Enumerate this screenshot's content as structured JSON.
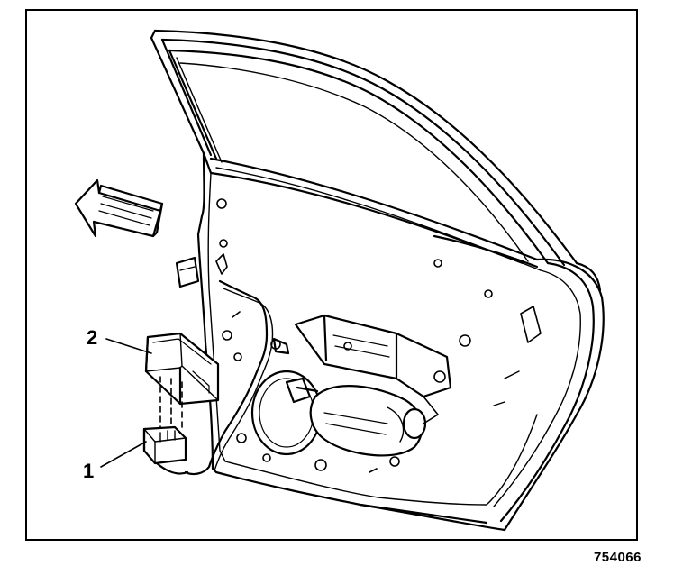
{
  "callouts": [
    {
      "label": "1"
    },
    {
      "label": "2"
    }
  ],
  "figure_id": "754066",
  "colors": {
    "line": "#000000",
    "background": "#ffffff"
  }
}
